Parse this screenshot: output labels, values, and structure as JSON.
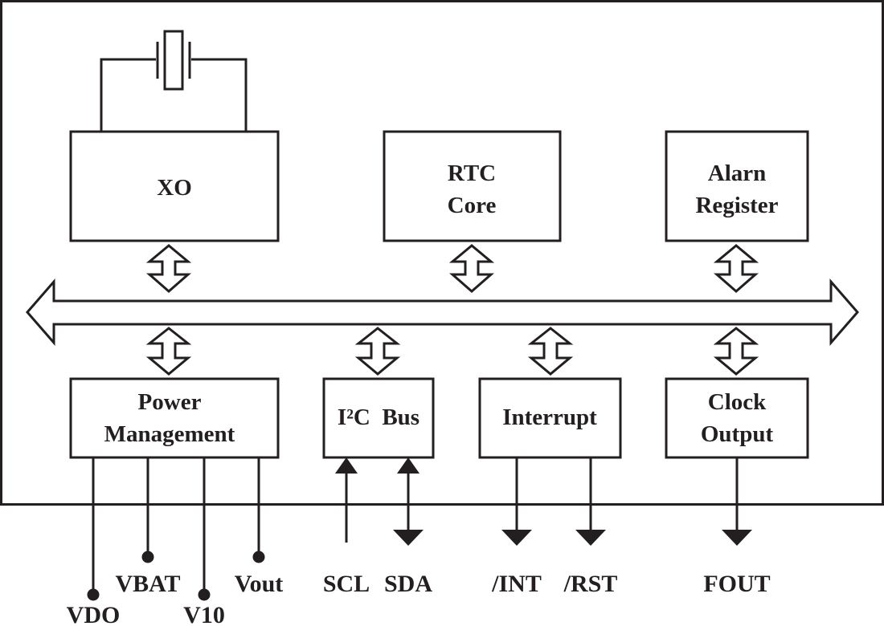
{
  "blocks": {
    "xo": "XO",
    "rtc_core": [
      "RTC",
      "Core"
    ],
    "alarm_register": [
      "Alarn",
      "Register"
    ],
    "power_management": [
      "Power",
      "Management"
    ],
    "i2c_bus": "I²C  Bus",
    "interrupt": "Interrupt",
    "clock_output": [
      "Clock",
      "Output"
    ]
  },
  "pins": {
    "vdo": "VDO",
    "vbat": "VBAT",
    "v10": "V10",
    "vout": "Vout",
    "scl": "SCL",
    "sda": "SDA",
    "int": "/INT",
    "rst": "/RST",
    "fout": "FOUT"
  },
  "colors": {
    "line": "#231f20",
    "background": "#ffffff"
  }
}
